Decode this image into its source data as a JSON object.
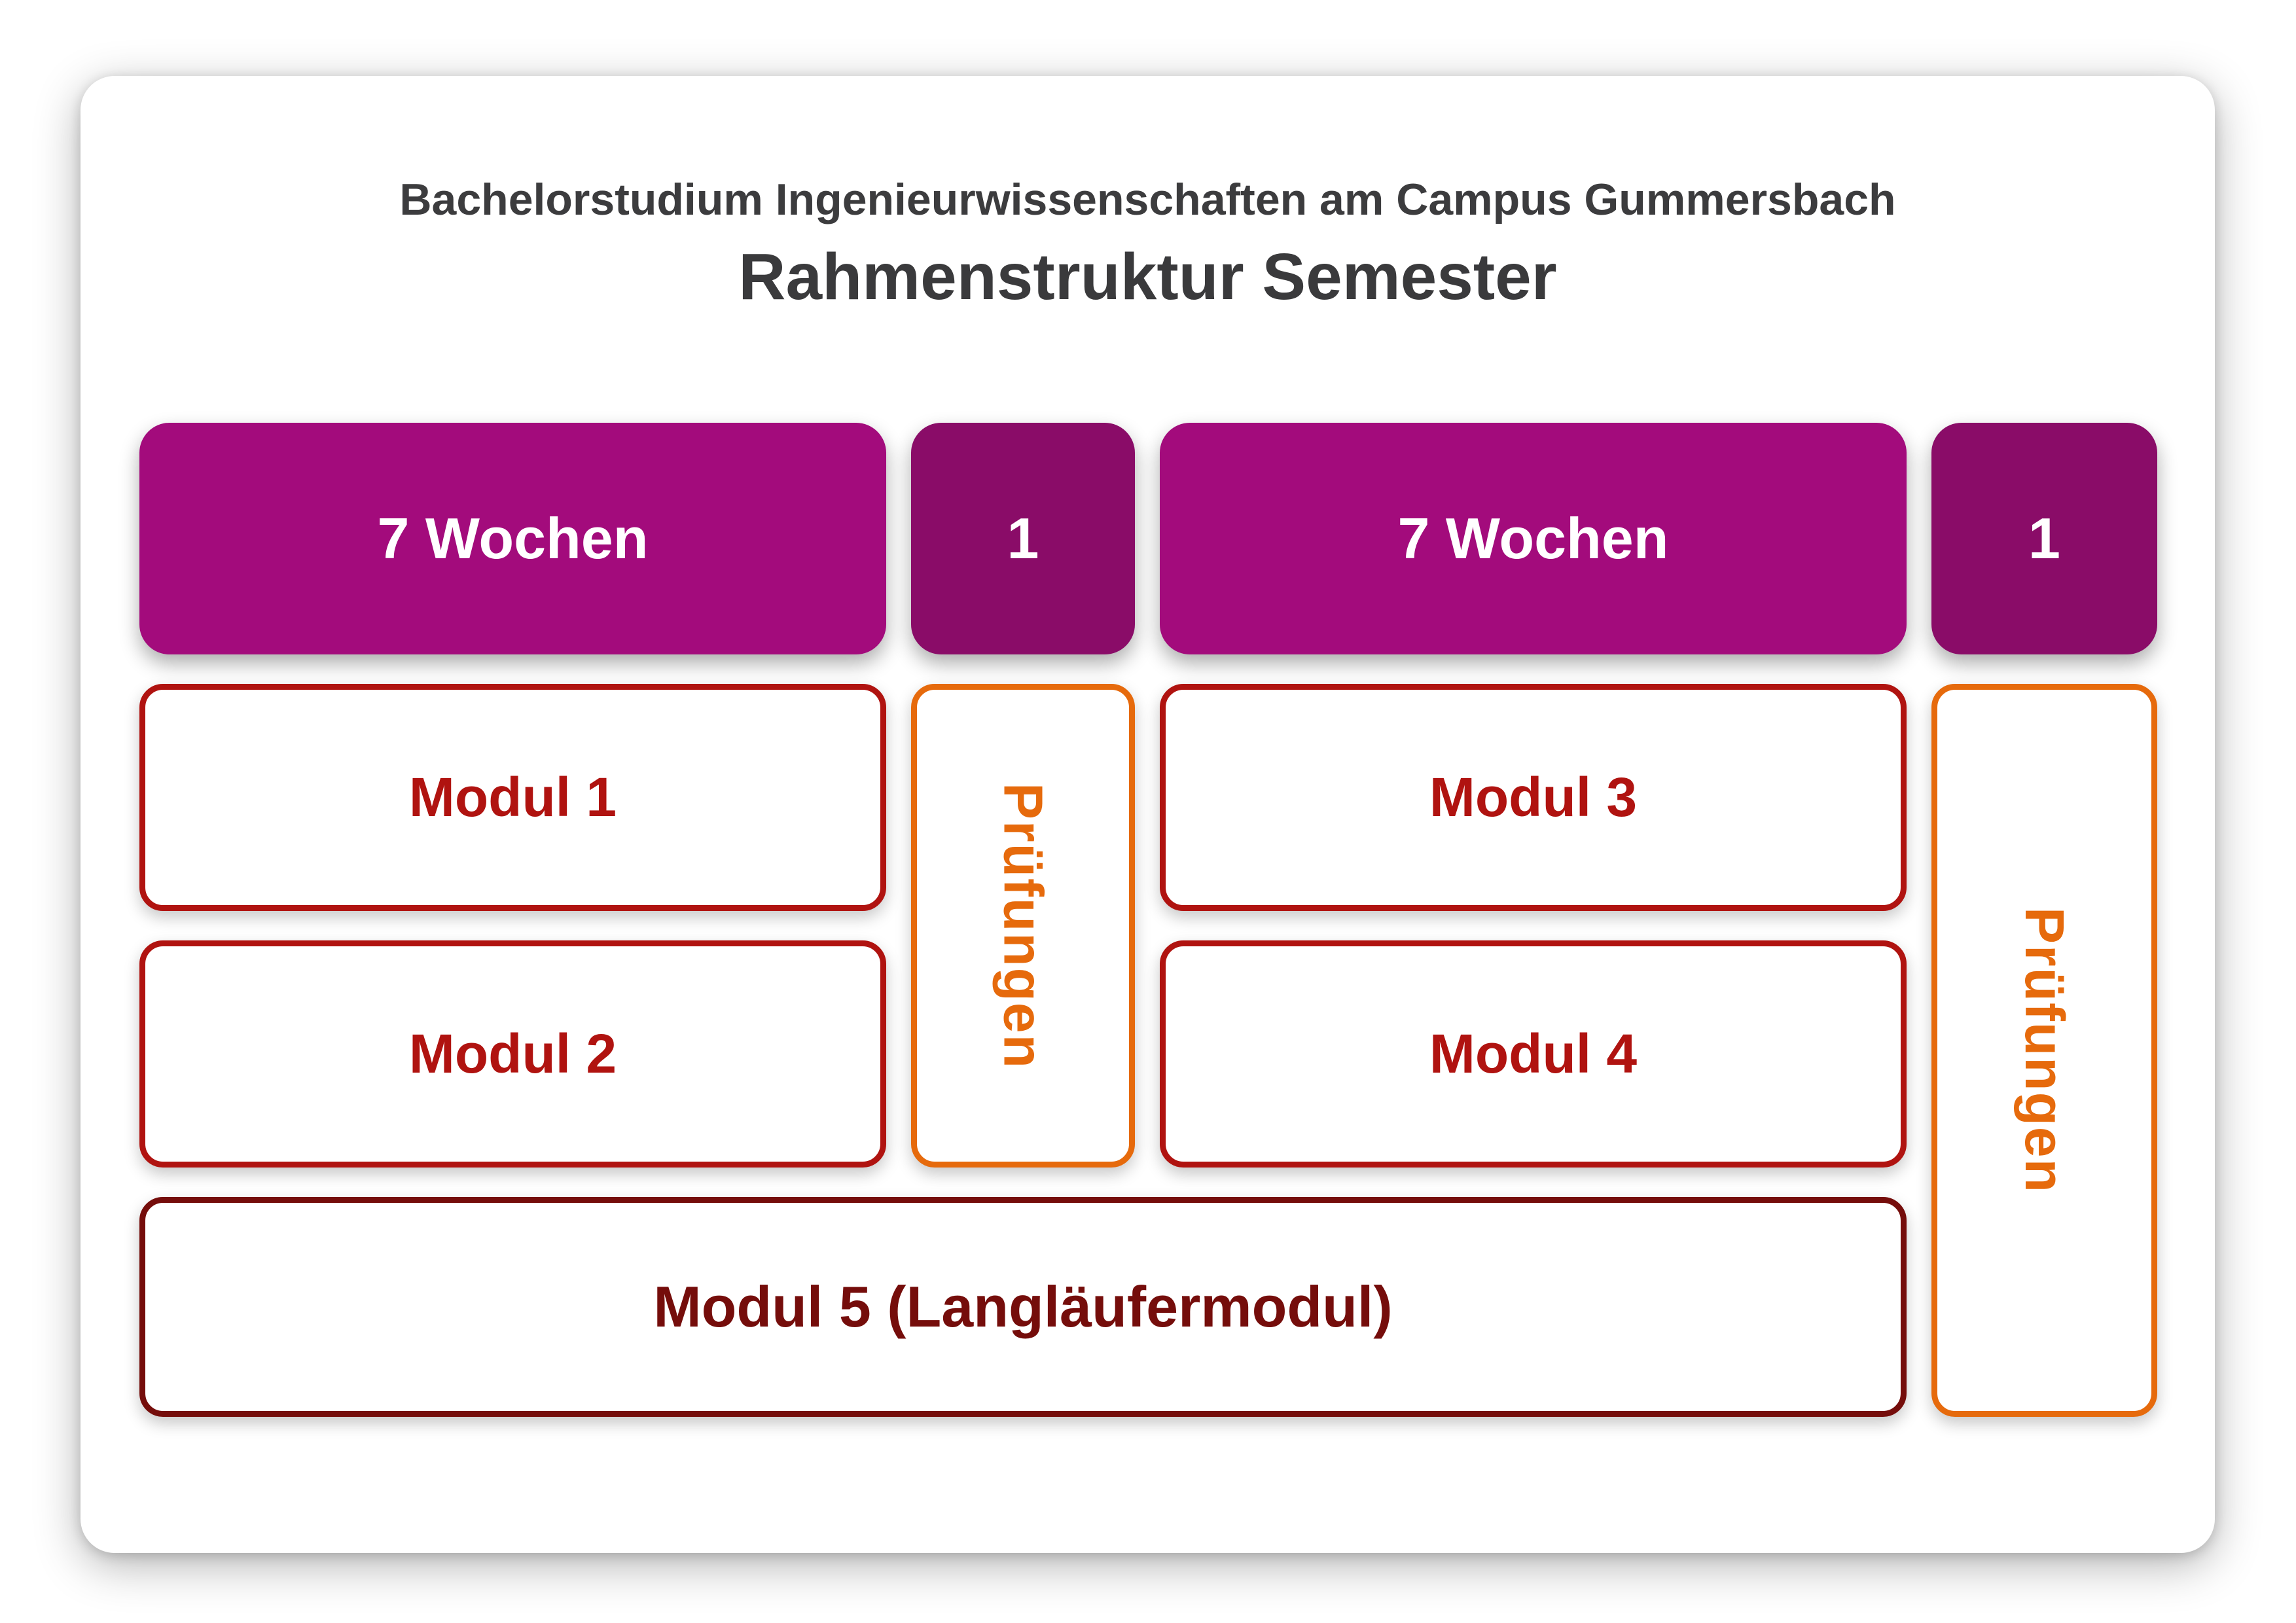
{
  "header": {
    "subtitle": "Bachelorstudium Ingenieurwissenschaften am Campus Gummersbach",
    "title": "Rahmenstruktur Semester"
  },
  "timeline": {
    "week_block_a": "7 Wochen",
    "exam_week_a": "1",
    "week_block_b": "7 Wochen",
    "exam_week_b": "1"
  },
  "modules": {
    "modul1": "Modul 1",
    "modul2": "Modul 2",
    "modul3": "Modul 3",
    "modul4": "Modul 4",
    "modul5": "Modul 5 (Langläufermodul)"
  },
  "exams": {
    "exam_a": "Prüfungen",
    "exam_b": "Prüfungen"
  },
  "colors": {
    "magenta": "#A30B7C",
    "dark_purple": "#8A0C68",
    "module_red": "#B01310",
    "module_dark_red": "#750D0B",
    "exam_orange": "#E66A0C",
    "title_gray": "#3C3C3E"
  }
}
